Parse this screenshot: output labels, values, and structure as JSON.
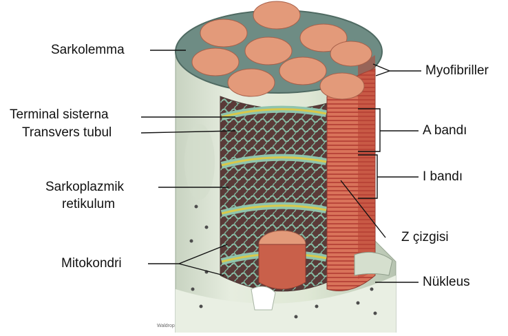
{
  "labels": {
    "sarcolemma": "Sarkolemma",
    "terminal_cisterna": "Terminal sisterna",
    "transverse_tubule": "Transvers tubul",
    "sarcoplasmic_reticulum_line1": "Sarkoplazmik",
    "sarcoplasmic_reticulum_line2": "retikulum",
    "mitochondria": "Mitokondri",
    "myofibrils": "Myofibriller",
    "a_band": "A bandı",
    "i_band": "I bandı",
    "z_line": "Z çizgisi",
    "nucleus": "Nükleus"
  },
  "signature": "Waldrop",
  "colors": {
    "myofibril": "#e39a7a",
    "myofibril_dark": "#c2533d",
    "reticulum": "#8fc4ad",
    "tubule": "#d9c84a",
    "cell_body": "#dfe8d5",
    "cell_shadow": "#b9c7b3",
    "background": "#ffffff"
  }
}
